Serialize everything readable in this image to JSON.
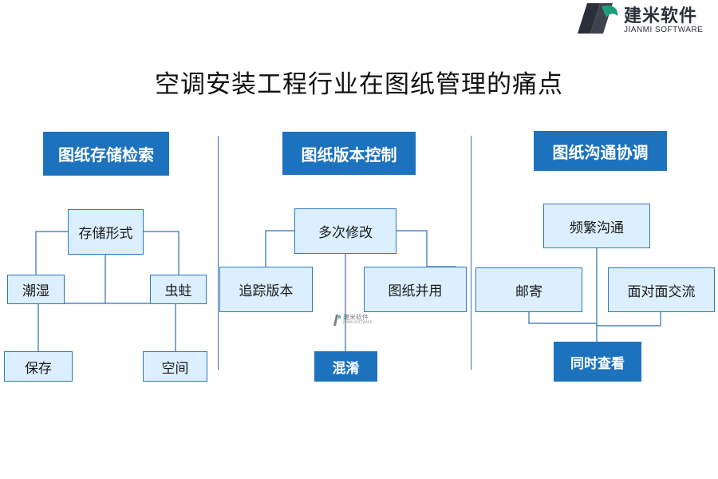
{
  "logo": {
    "name_cn": "建米软件",
    "name_en": "JIANMI SOFTWARE"
  },
  "title": "空调安装工程行业在图纸管理的痛点",
  "colors": {
    "primary": "#1d72bd",
    "node_fill": "#dcefff",
    "line": "#2d6fb5"
  },
  "sections": [
    {
      "header": "图纸存储检索",
      "nodes": {
        "root": "存储形式",
        "left": "潮湿",
        "right": "虫蛀",
        "bottom_left": "保存",
        "bottom_right": "空间"
      }
    },
    {
      "header": "图纸版本控制",
      "nodes": {
        "root": "多次修改",
        "left": "追踪版本",
        "right": "图纸并用",
        "bottom": "混淆"
      }
    },
    {
      "header": "图纸沟通协调",
      "nodes": {
        "root": "频繁沟通",
        "left": "邮寄",
        "right": "面对面交流",
        "bottom": "同时查看"
      }
    }
  ],
  "watermark": {
    "cn": "建米软件",
    "en": "JIANMI SOFTWARE"
  }
}
